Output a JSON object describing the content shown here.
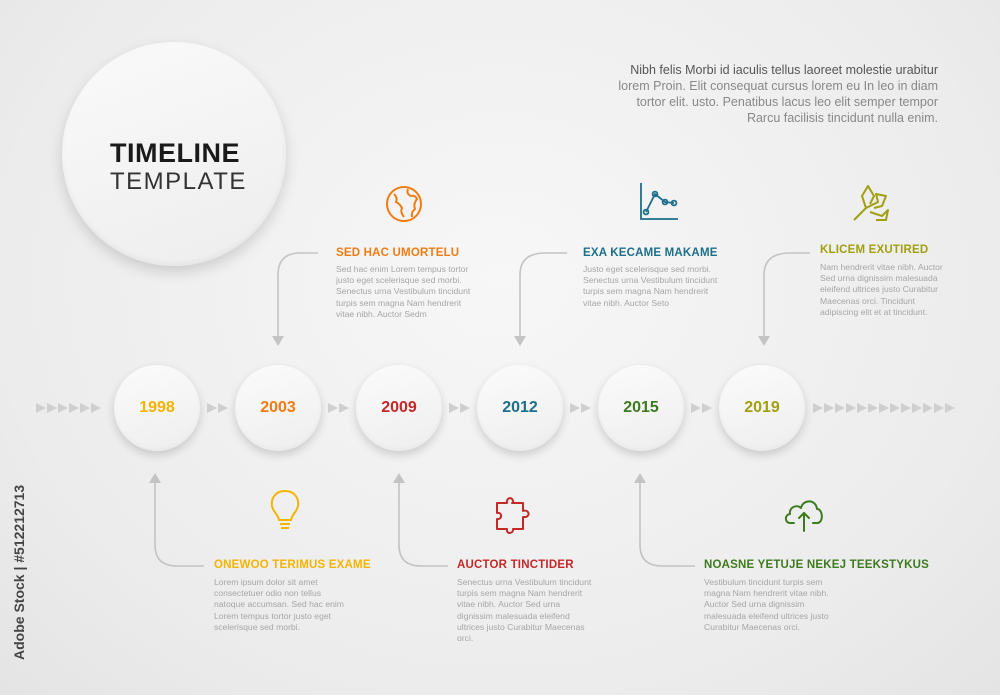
{
  "title": {
    "main": "TIMELINE",
    "sub": "TEMPLATE"
  },
  "intro": {
    "lines": [
      "Nibh felis Morbi id iaculis tellus laoreet molestie urabitur",
      "lorem Proin. Elit consequat cursus lorem eu In leo in diam",
      "tortor elit. usto. Penatibus lacus leo elit semper tempor",
      "Rarcu facilisis tincidunt nulla enim."
    ]
  },
  "watermark": "Adobe Stock | #512212713",
  "colors": {
    "y1998": "#f5b400",
    "y2003": "#f07d13",
    "y2009": "#c62828",
    "y2012": "#1d6f8a",
    "y2015": "#3e7a1e",
    "y2019": "#a0a011",
    "arrow": "#cfcfcf",
    "connector": "#c4c4c4"
  },
  "years": [
    "1998",
    "2003",
    "2009",
    "2012",
    "2015",
    "2019"
  ],
  "events_top": [
    {
      "title": "SED HAC UMORTELU",
      "icon": "globe-icon",
      "desc": "Sed hac enim Lorem tempus tortor justo eget scelerisque sed morbi. Senectus urna Vestibulum tincidunt turpis sem magna Nam hendrerit vitae nibh. Auctor Sedm"
    },
    {
      "title": "EXA KECAME MAKAME",
      "icon": "line-chart-icon",
      "desc": "Justo eget scelerisque sed morbi. Senectus urna Vestibulum tincidunt turpis sem magna Nam hendrerit vitae nibh. Auctor Seto"
    },
    {
      "title": "KLICEM EXUTIRED",
      "icon": "branching-arrows-icon",
      "desc": "Nam hendrerit vitae nibh. Auctor Sed urna dignissim malesuada eleifend ultrices justo Curabitur Maecenas orci. Tincidunt adipiscing elit et at tincidunt."
    }
  ],
  "events_bottom": [
    {
      "title": "ONEWOO TERIMUS EXAME",
      "icon": "lightbulb-icon",
      "desc": "Lorem ipsum dolor sit amet consectetuer odio non tellus natoque accumsan. Sed hac enim Lorem tempus tortor justo eget scelerisque sed morbi."
    },
    {
      "title": "AUCTOR TINCTIDER",
      "icon": "puzzle-icon",
      "desc": "Senectus urna Vestibulum tincidunt turpis sem magna Nam hendrerit vitae nibh. Auctor Sed urna dignissim malesuada eleifend ultrices justo Curabitur Maecenas orci."
    },
    {
      "title": "NOASNE YETUJE NEKEJ TEEKSTYKUS",
      "icon": "cloud-upload-icon",
      "desc": "Vestibulum tincidunt turpis sem magna Nam hendrerit vitae nibh. Auctor Sed urna dignissim malesuada eleifend ultrices justo Curabitur Maecenas orci."
    }
  ]
}
